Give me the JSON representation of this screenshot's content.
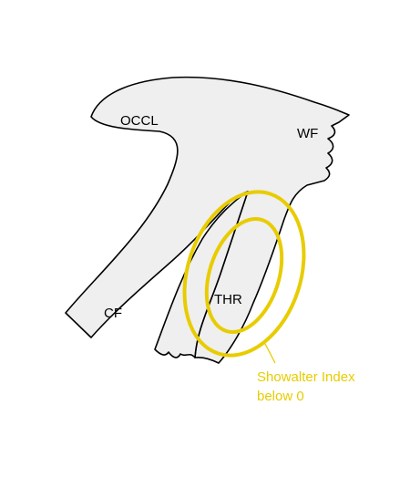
{
  "colors": {
    "cloud_fill": "#efefef",
    "outline": "#000000",
    "showalter_contour": "#e8cc00",
    "label_text": "#000000"
  },
  "labels": {
    "occlusion": "OCCL",
    "warm_front": "WF",
    "cold_front": "CF",
    "thunderstorm": "THR"
  },
  "showalter": {
    "line1": "Showalter Index",
    "line2": "below 0",
    "contour_count": 2
  }
}
